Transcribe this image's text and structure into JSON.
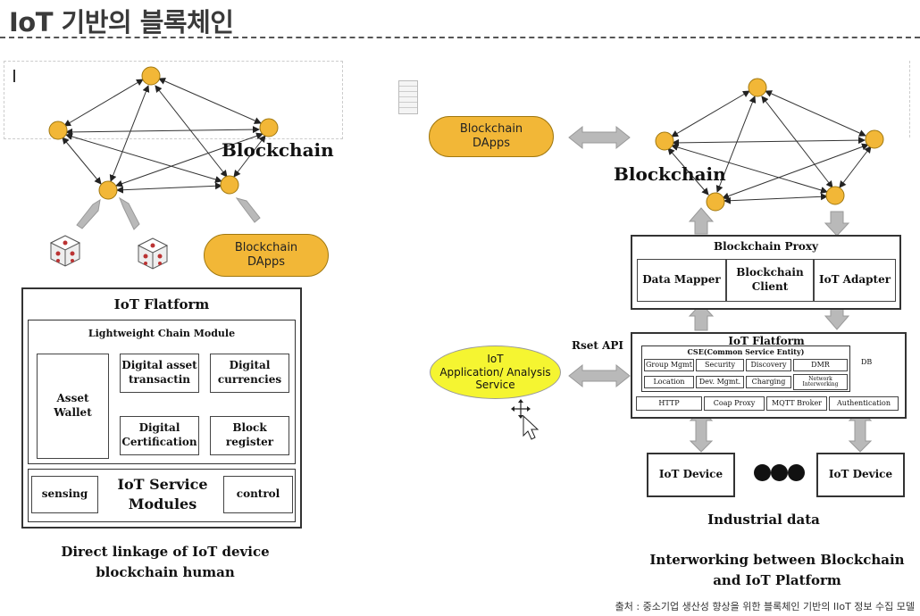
{
  "title": "IoT 기반의 블록체인",
  "left": {
    "blockchain_label": "Blockchain",
    "dapps_label_line1": "Blockchain",
    "dapps_label_line2": "DApps",
    "platform": {
      "title": "IoT Flatform",
      "chain_module_title": "Lightweight Chain Module",
      "asset_wallet_line1": "Asset",
      "asset_wallet_line2": "Wallet",
      "cells": [
        {
          "line1": "Digital asset",
          "line2": "transactin"
        },
        {
          "line1": "Digital",
          "line2": "currencies"
        },
        {
          "line1": "Digital",
          "line2": "Certification"
        },
        {
          "line1": "Block",
          "line2": "register"
        }
      ],
      "service_line1": "IoT Service",
      "service_line2": "Modules",
      "sensing": "sensing",
      "control": "control"
    },
    "caption_line1": "Direct linkage of IoT device",
    "caption_line2": "blockchain human"
  },
  "right": {
    "dapps_label_line1": "Blockchain",
    "dapps_label_line2": "DApps",
    "blockchain_label": "Blockchain",
    "proxy": {
      "title": "Blockchain Proxy",
      "data_mapper": "Data Mapper",
      "client_line1": "Blockchain",
      "client_line2": "Client",
      "iot_adapter": "IoT Adapter"
    },
    "app_line1": "IoT",
    "app_line2": "Application/ Analysis",
    "app_line3": "Service",
    "rset_api": "Rset API",
    "platform": {
      "title": "IoT Flatform",
      "cse": "CSE(Common Service Entity)",
      "row1": [
        "Group Mgmt",
        "Security",
        "Discovery",
        "DMR"
      ],
      "row2": [
        "Location",
        "Dev. Mgmt.",
        "Charging",
        "Network Interworking"
      ],
      "row3": [
        "HTTP",
        "Coap Proxy",
        "MQTT Broker",
        "Authentication"
      ],
      "db": "DB"
    },
    "device_left": "IoT Device",
    "device_right": "IoT Device",
    "industrial": "Industrial data",
    "caption_line1": "Interworking between Blockchain",
    "caption_line2": "and IoT Platform"
  },
  "source": "출처 : 중소기업 생산성 향상을 위한 블록체인 기반의 IIoT 정보 수집 모델",
  "colors": {
    "node": "#f2b737",
    "node_stroke": "#a07810",
    "app": "#f5f531",
    "arrow": "#b9b9b9"
  }
}
